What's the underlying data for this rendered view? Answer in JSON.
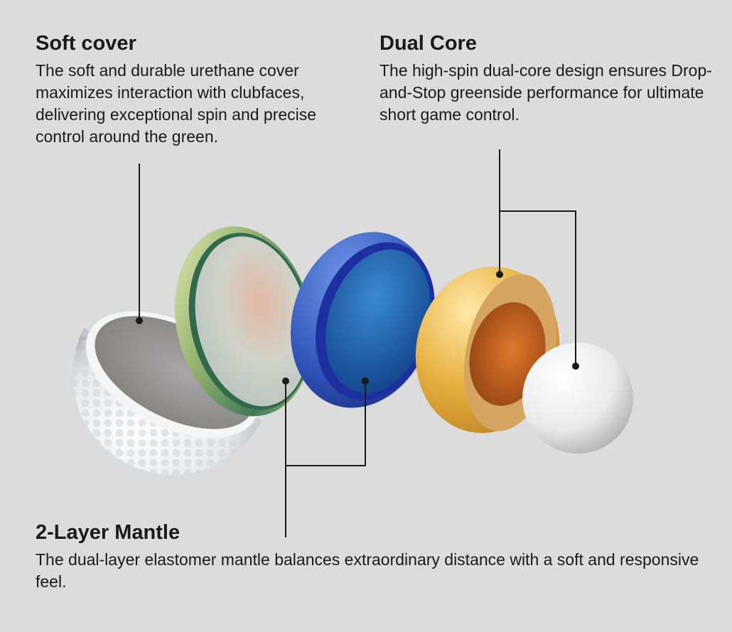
{
  "labels": {
    "soft_cover": {
      "title": "Soft cover",
      "description": "The soft and durable urethane cover maximizes interaction with clubfaces, delivering exceptional spin and precise control around the green."
    },
    "dual_core": {
      "title": "Dual Core",
      "description": "The high-spin dual-core design ensures Drop-and-Stop greenside performance for ultimate short game control."
    },
    "mantle": {
      "title": "2-Layer Mantle",
      "description": "The dual-layer elastomer mantle balances extraordinary distance with a soft and responsive feel."
    }
  },
  "layers": [
    {
      "name": "cover-shell",
      "color": "#e8eaec"
    },
    {
      "name": "outer-mantle",
      "color": "#c9d7a6"
    },
    {
      "name": "inner-mantle",
      "color": "#2f55b8"
    },
    {
      "name": "outer-core",
      "color": "#e2ad3a"
    },
    {
      "name": "inner-core",
      "color": "#f2f2f2"
    }
  ]
}
